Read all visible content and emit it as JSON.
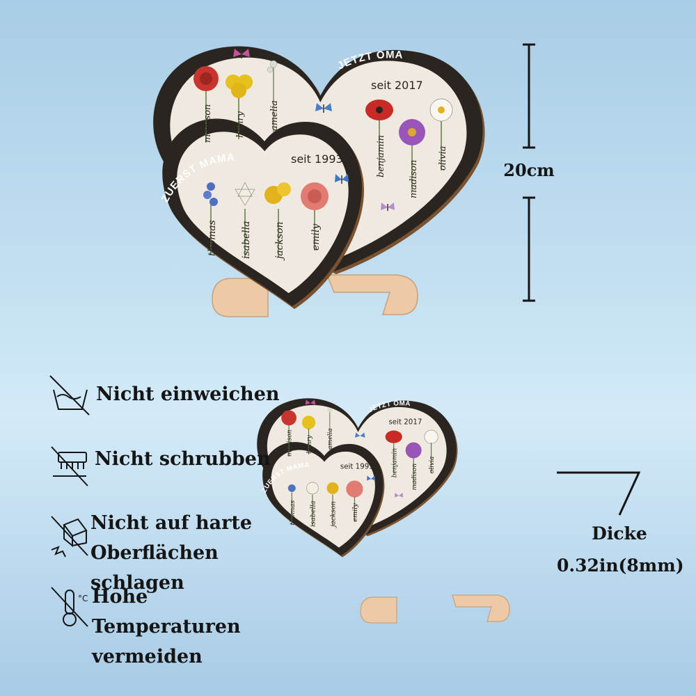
{
  "product_large": {
    "outer_heart": {
      "banner": "JETZT OMA",
      "since": "seit 2017",
      "names": [
        "madison",
        "henry",
        "amelia",
        "benjamin",
        "madison",
        "olivia"
      ],
      "flower_colors": [
        "#c8352e",
        "#e4c11d",
        "#d9ddd2",
        "#c92a25",
        "#9a55b8",
        "#f4f2ea"
      ]
    },
    "inner_heart": {
      "banner": "ZUERST MAMA",
      "since": "seit 1993",
      "names": [
        "thomas",
        "isabella",
        "jackson",
        "emily"
      ],
      "flower_colors": [
        "#4f6fc0",
        "#f3efe0",
        "#e2b21e",
        "#e27b72"
      ]
    }
  },
  "product_small": {
    "outer_heart": {
      "banner": "JETZT OMA",
      "since": "seit 2017",
      "names": [
        "madison",
        "henry",
        "amelia",
        "benjamin",
        "madison",
        "olivia"
      ]
    },
    "inner_heart": {
      "banner": "ZUERST MAMA",
      "since": "seit 1993",
      "names": [
        "thomas",
        "isabella",
        "jackson",
        "emily"
      ]
    }
  },
  "dimensions": {
    "height": "20cm",
    "thickness_label": "Dicke",
    "thickness_value": "0.32in(8mm)"
  },
  "care_instructions": [
    {
      "icon": "no-soak-icon",
      "text": "Nicht einweichen"
    },
    {
      "icon": "no-scrub-icon",
      "text": "Nicht schrubben"
    },
    {
      "icon": "no-impact-icon",
      "text": "Nicht auf harte Oberflächen schlagen"
    },
    {
      "icon": "no-heat-icon",
      "text": "Hohe Temperaturen vermeiden"
    }
  ],
  "colors": {
    "frame": "#2b2521",
    "wood_edge": "#7a5230",
    "board": "#efe9df",
    "stand": "#edc9a4",
    "text": "#151515"
  }
}
